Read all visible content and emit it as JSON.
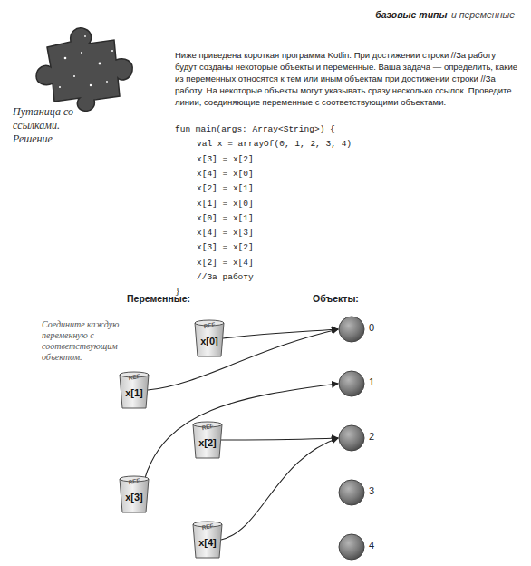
{
  "diagram": {
    "title": "Путаница со ссылками. Решение",
    "nodes": [
      {
        "text": [
          "REF",
          "x[0]"
        ]
      },
      {
        "text": [
          "REF",
          "x[1]"
        ]
      },
      {
        "text": [
          "REF",
          "x[2]"
        ]
      },
      {
        "text": [
          "REF",
          "x[3]"
        ]
      },
      {
        "text": [
          "REF",
          "x[4]"
        ]
      },
      {
        "text": [
          "0"
        ]
      },
      {
        "text": [
          "1"
        ]
      },
      {
        "text": [
          "2"
        ]
      },
      {
        "text": [
          "3"
        ]
      },
      {
        "text": [
          "4"
        ]
      }
    ],
    "edges": [
      {
        "from": 0,
        "to": 5,
        "arrow": "to"
      },
      {
        "from": 1,
        "to": 5,
        "arrow": "to"
      },
      {
        "from": 2,
        "to": 7,
        "arrow": "to"
      },
      {
        "from": 3,
        "to": 6,
        "arrow": "to"
      },
      {
        "from": 4,
        "to": 7,
        "arrow": "to"
      }
    ],
    "labels": [
      "базовые типы",
      "и переменные",
      "Ниже приведена короткая программа Kotlin. При достижении строки //За работу будут созданы некоторые объекты и переменные. Ваша задача — определить, какие из переменных относятся к тем или иным объектам при достижении строки //За работу. На некоторые объекты могут указывать сразу несколько ссылок. Проведите линии, соединяющие переменные с соответствующими объектами.",
      "fun main(args: Array<String>) {",
      "val x = arrayOf(0, 1, 2, 3, 4)",
      "x[3] = x[2]",
      "x[4] = x[0]",
      "x[2] = x[1]",
      "x[1] = x[0]",
      "x[0] = x[1]",
      "x[4] = x[3]",
      "x[3] = x[2]",
      "x[2] = x[4]",
      "//За работу",
      "}",
      "Переменные:",
      "Объекты:",
      "Соедините каждую переменную с соответствующим объектом."
    ]
  }
}
